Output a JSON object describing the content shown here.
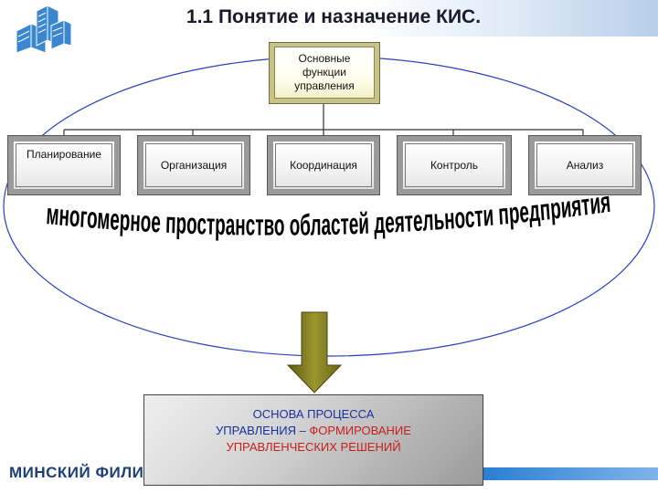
{
  "title": "1.1 Понятие и назначение КИС.",
  "main_box": {
    "line1": "Основные",
    "line2": "функции",
    "line3": "управления"
  },
  "functions": [
    "Планирование",
    "Организация",
    "Координация",
    "Контроль",
    "Анализ"
  ],
  "ribbon_text": "многомерное пространство областей деятельности предприятия",
  "result_box": {
    "line1": "ОСНОВА ПРОЦЕССА",
    "line2_a": "УПРАВЛЕНИЯ – ",
    "line2_b": "ФОРМИРОВАНИЕ",
    "line3": "УПРАВЛЕНЧЕСКИХ РЕШЕНИЙ"
  },
  "footer": "МИНСКИЙ ФИЛИ",
  "colors": {
    "ellipse": "#2a3fbf",
    "line2_blue": "#1a2fa0",
    "line2_red": "#c81e1e",
    "footer_bar": "#1f74c8",
    "arrow": "#7f7a1f"
  }
}
